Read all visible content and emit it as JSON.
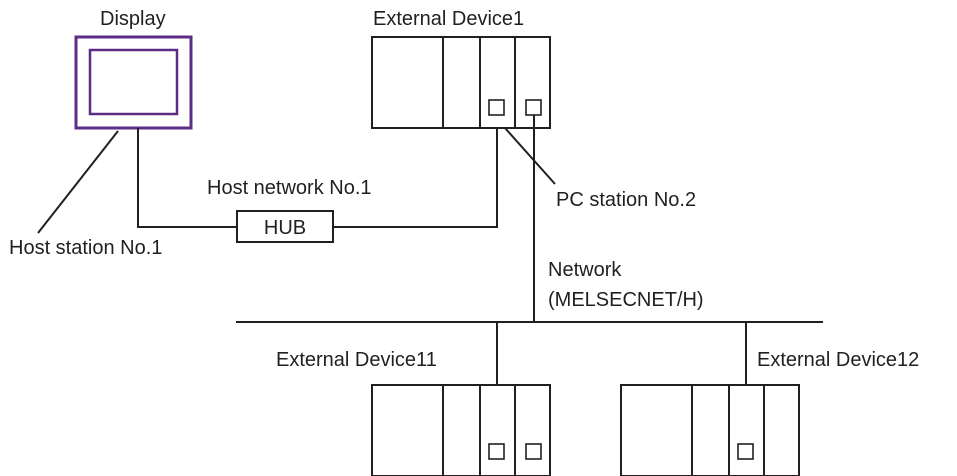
{
  "labels": {
    "display": "Display",
    "external_device_1": "External Device1",
    "host_network": "Host network No.1",
    "pc_station": "PC station No.2",
    "hub": "HUB",
    "host_station": "Host station No.1",
    "network_line1": "Network",
    "network_line2": "(MELSECNET/H)",
    "external_device_11": "External Device11",
    "external_device_12": "External Device12"
  },
  "colors": {
    "display_frame": "#5b2d85",
    "line": "#231f20"
  }
}
